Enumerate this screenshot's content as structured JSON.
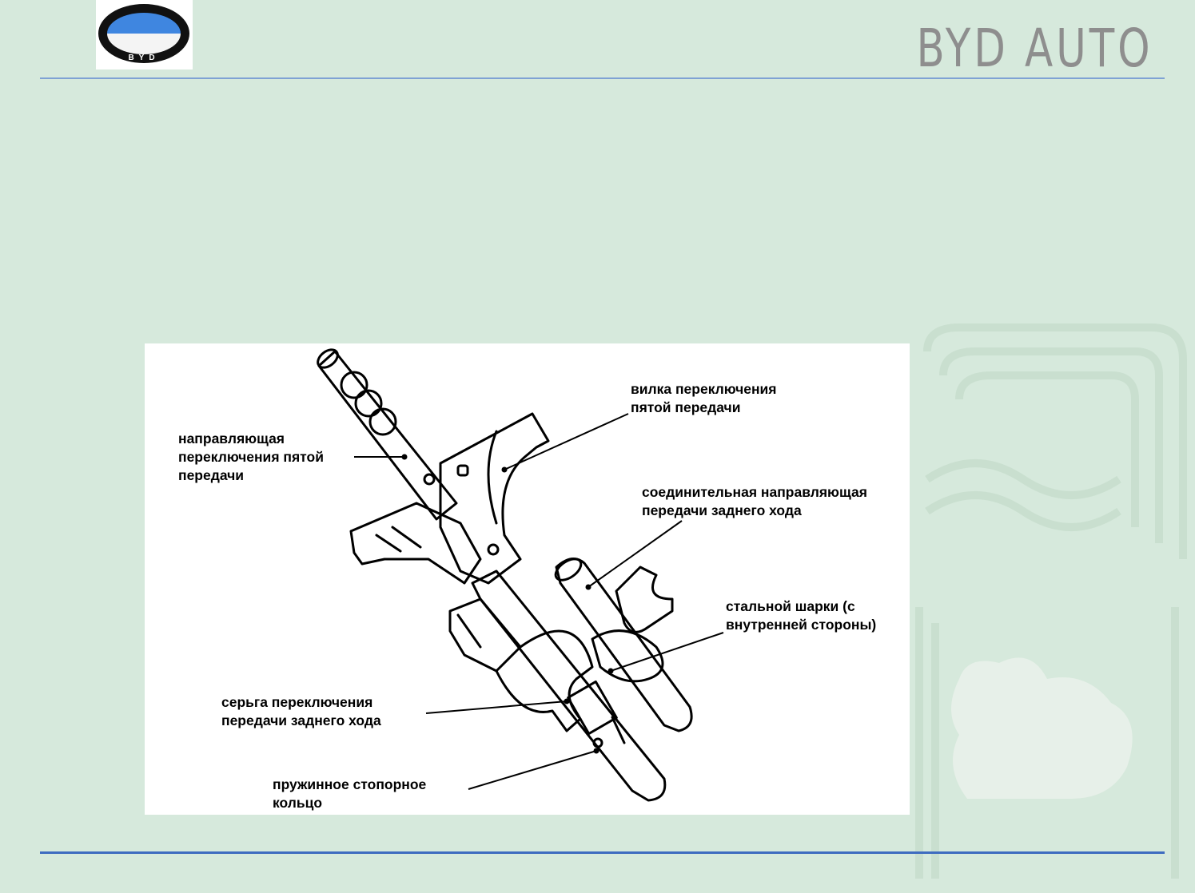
{
  "header": {
    "brand_title": "BYD AUTO",
    "logo_text": "BYD"
  },
  "figure": {
    "labels": {
      "fifth_gear_guide": "направляющая\nпереключения пятой\nпередачи",
      "fifth_gear_fork": "вилка переключения\nпятой передачи",
      "reverse_connecting_guide": "соединительная направляющая\nпередачи заднего хода",
      "steel_balls": "стальной шарки (с\nвнутренней стороны)",
      "reverse_shift_shackle": "серьга переключения\nпередачи заднего хода",
      "spring_retaining_ring": "пружинное стопорное\nкольцо"
    }
  },
  "colors": {
    "background": "#d6e9dc",
    "brand_text": "#8e8e8e",
    "top_rule": "#7fa2d4",
    "bottom_rule": "#3e6cc0"
  }
}
